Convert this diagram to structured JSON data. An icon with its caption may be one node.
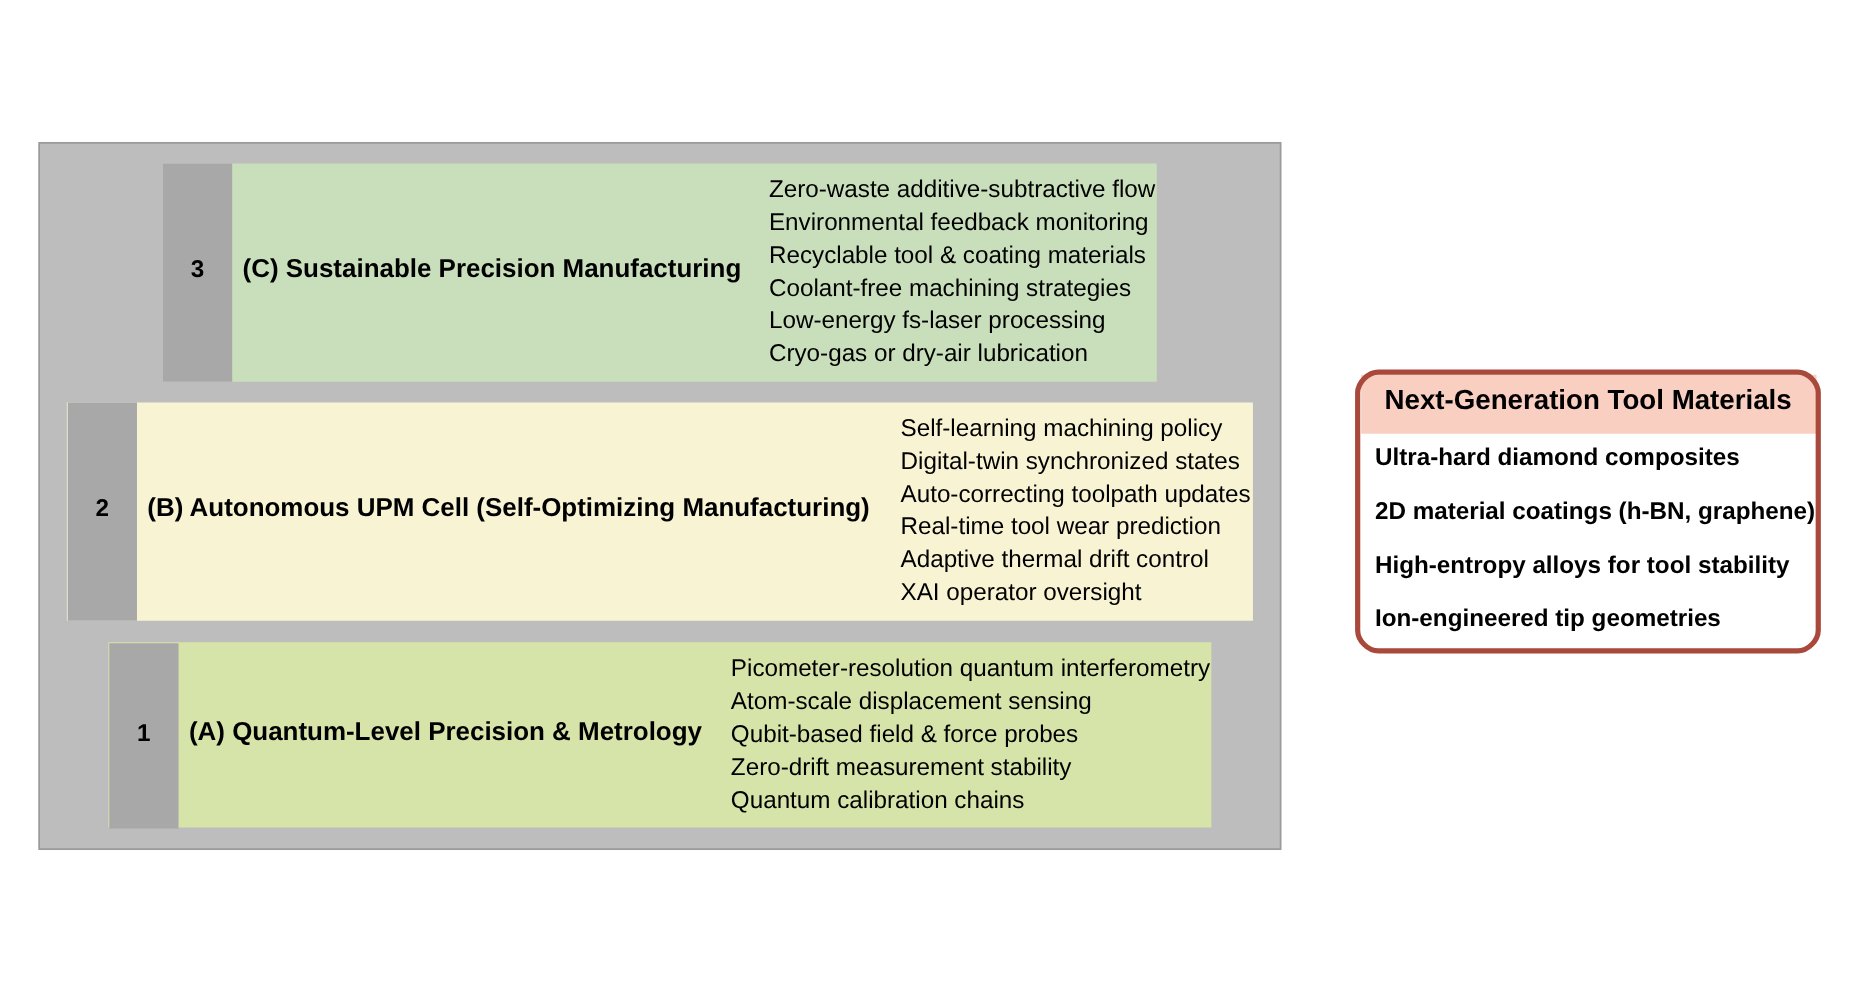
{
  "diagram": {
    "nodes": [
      {
        "text": [],
        "shape": "arrow"
      },
      {
        "text": [
          "1",
          "(A) Quantum-Level Precision & Metrology",
          "Picometer-resolution quantum interferometry",
          "Atom-scale displacement sensing",
          "Qubit-based field & force probes",
          "Zero-drift measurement stability",
          "Quantum calibration chains"
        ],
        "in": 0
      },
      {
        "text": [
          "2",
          "(B) Autonomous UPM Cell (Self-Optimizing Manufacturing)",
          "Self-learning machining policy",
          "Digital-twin synchronized states",
          "Auto-correcting toolpath updates",
          "Real-time tool wear prediction",
          "Adaptive thermal drift control",
          "XAI operator oversight"
        ],
        "in": 0
      },
      {
        "text": [
          "3",
          "(C) Sustainable Precision Manufacturing",
          "Zero-waste additive-subtractive flow",
          "Environmental feedback monitoring",
          "Recyclable tool & coating materials",
          "Coolant-free machining strategies",
          "Low-energy fs-laser processing",
          "Cryo-gas or dry-air lubrication"
        ],
        "in": 0
      },
      {
        "text": [
          "Next-Generation Tool Materials",
          "Ultra-hard diamond composites",
          "2D material coatings (h-BN, graphene)",
          "High-entropy alloys for tool stability",
          "Ion-engineered tip geometries"
        ]
      }
    ],
    "edges": []
  }
}
